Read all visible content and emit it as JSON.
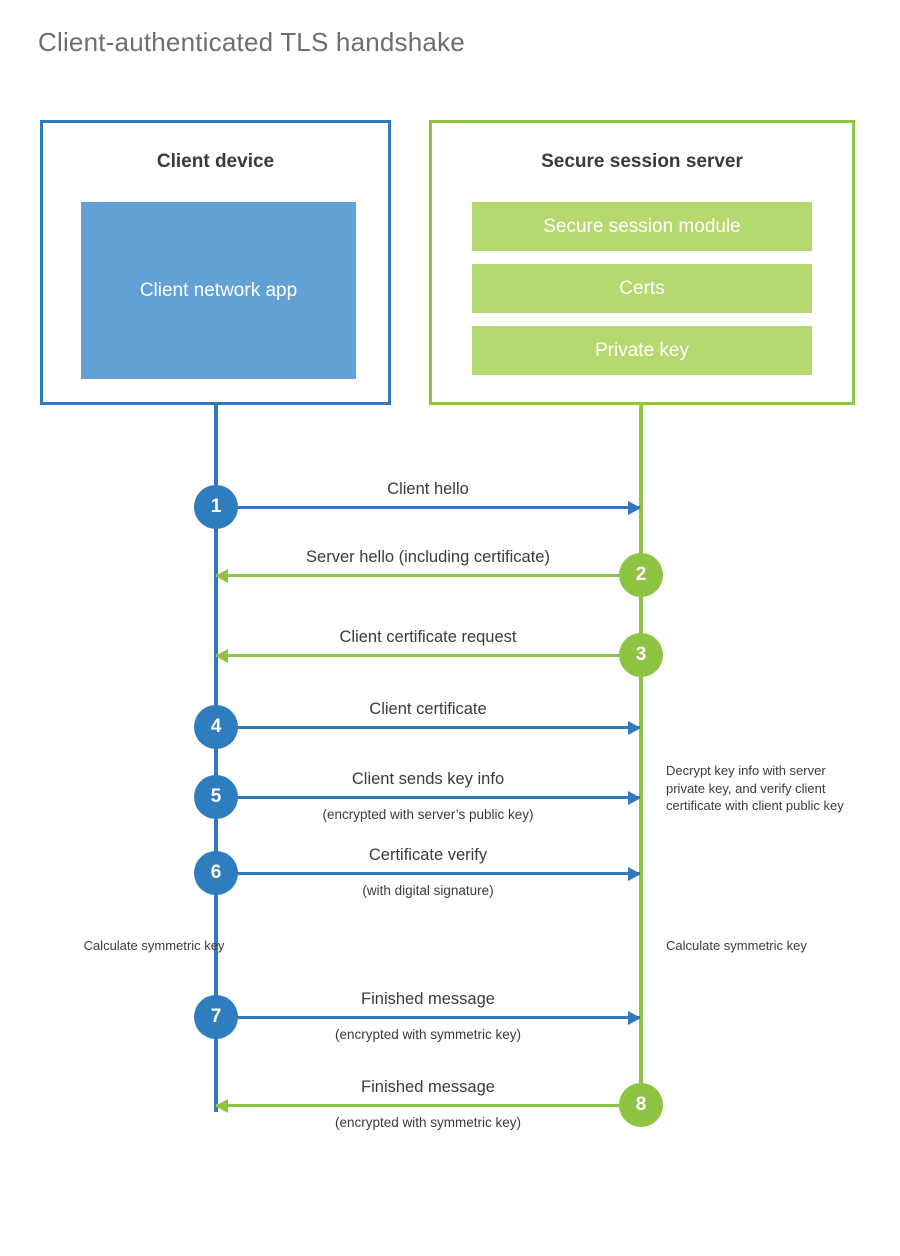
{
  "title": "Client-authenticated TLS handshake",
  "colors": {
    "client_blue": "#3179bf",
    "client_fill": "#63a0d6",
    "server_green": "#8fc442",
    "server_fill": "#b5d96f",
    "title_gray": "#6e6e6e",
    "text_dark": "#3b3b3b"
  },
  "client": {
    "title": "Client device",
    "blocks": [
      {
        "label": "Client network app"
      }
    ]
  },
  "server": {
    "title": "Secure session server",
    "blocks": [
      {
        "label": "Secure session module"
      },
      {
        "label": "Certs"
      },
      {
        "label": "Private key"
      }
    ]
  },
  "messages": [
    {
      "step": "1",
      "label": "Client hello",
      "sublabel": "",
      "direction": "client-to-server",
      "origin": "client"
    },
    {
      "step": "2",
      "label": "Server hello (including certificate)",
      "sublabel": "",
      "direction": "server-to-client",
      "origin": "server"
    },
    {
      "step": "3",
      "label": "Client certificate request",
      "sublabel": "",
      "direction": "server-to-client",
      "origin": "server"
    },
    {
      "step": "4",
      "label": "Client certificate",
      "sublabel": "",
      "direction": "client-to-server",
      "origin": "client"
    },
    {
      "step": "5",
      "label": "Client sends key info",
      "sublabel": "(encrypted with server’s public key)",
      "direction": "client-to-server",
      "origin": "client"
    },
    {
      "step": "6",
      "label": "Certificate verify",
      "sublabel": "(with digital signature)",
      "direction": "client-to-server",
      "origin": "client"
    },
    {
      "step": "7",
      "label": "Finished message",
      "sublabel": "(encrypted with symmetric key)",
      "direction": "client-to-server",
      "origin": "client"
    },
    {
      "step": "8",
      "label": "Finished message",
      "sublabel": "(encrypted with symmetric key)",
      "direction": "server-to-client",
      "origin": "server"
    }
  ],
  "notes": {
    "server_decrypt": "Decrypt key info with server private key, and verify client certificate with client public key",
    "client_symmetric": "Calculate symmetric key",
    "server_symmetric": "Calculate symmetric key"
  }
}
